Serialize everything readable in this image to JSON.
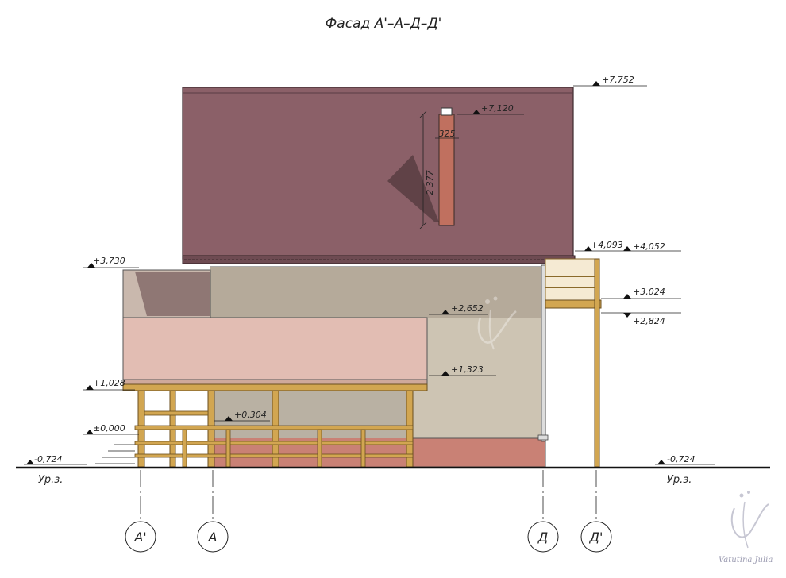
{
  "title": "Фасад А'–А–Д–Д'",
  "levels": {
    "ridge": "+7,752",
    "chimney_top": "+7,120",
    "eave_right_a": "+4,093",
    "eave_right_b": "+4,052",
    "eave_left": "+3,730",
    "balcony_top": "+3,024",
    "balcony_floor": "+2,824",
    "lower_roof_top": "+2,652",
    "lower_roof_eave": "+1,323",
    "porch_eave": "+1,028",
    "porch_floor": "+0,304",
    "floor_zero": "±0,000",
    "ground_left": "-0,724",
    "ground_right": "-0,724"
  },
  "ground_label_left": "Ур.з.",
  "ground_label_right": "Ур.з.",
  "chimney_width": "325",
  "chimney_height": "2 377",
  "axes": [
    "А'",
    "А",
    "Д",
    "Д'"
  ],
  "watermark": "Vatutina Julia",
  "colors": {
    "roof": "#8b6068",
    "wall": "#cdc4b3",
    "lower_roof": "#e2bdb3",
    "plinth": "#c98175",
    "wood": "#d2a651",
    "chimney": "#c0705f"
  }
}
